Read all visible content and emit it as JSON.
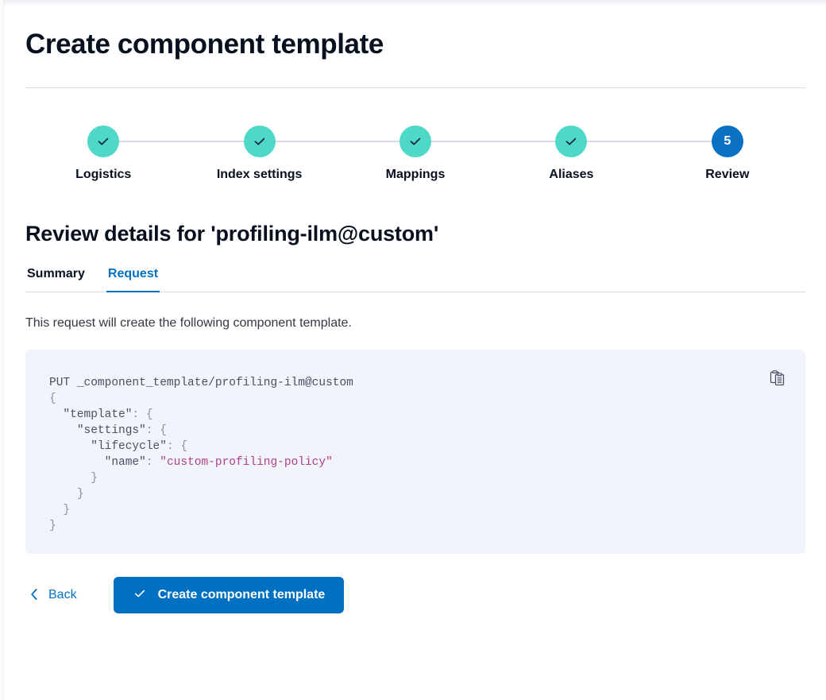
{
  "page": {
    "title": "Create component template"
  },
  "steps": [
    {
      "label": "Logistics",
      "state": "complete",
      "icon": "check-icon",
      "number": "1"
    },
    {
      "label": "Index settings",
      "state": "complete",
      "icon": "check-icon",
      "number": "2"
    },
    {
      "label": "Mappings",
      "state": "complete",
      "icon": "check-icon",
      "number": "3"
    },
    {
      "label": "Aliases",
      "state": "complete",
      "icon": "check-icon",
      "number": "4"
    },
    {
      "label": "Review",
      "state": "current",
      "icon": "",
      "number": "5"
    }
  ],
  "review": {
    "heading": "Review details for 'profiling-ilm@custom'",
    "tabs": [
      {
        "label": "Summary",
        "active": false
      },
      {
        "label": "Request",
        "active": true
      }
    ],
    "description": "This request will create the following component template.",
    "copy_icon": "copy-clipboard-icon",
    "code": {
      "method": "PUT",
      "path": "_component_template/profiling-ilm@custom",
      "line_open_root": "{",
      "key_template": "\"template\"",
      "key_settings": "\"settings\"",
      "key_lifecycle": "\"lifecycle\"",
      "key_name": "\"name\"",
      "value_name": "\"custom-profiling-policy\"",
      "colon": ": ",
      "brace_open": "{",
      "close_1": "}",
      "close_2": "}",
      "close_3": "}",
      "close_4": "}"
    }
  },
  "footer": {
    "back_label": "Back",
    "back_icon": "chevron-left-icon",
    "create_label": "Create component template",
    "create_icon": "check-icon"
  },
  "colors": {
    "accent_blue": "#0071c2",
    "step_complete": "#4dd8c8",
    "step_current": "#0a71c3",
    "code_bg": "#f1f4fa",
    "code_string": "#b0408b",
    "divider": "#d3dae6"
  }
}
